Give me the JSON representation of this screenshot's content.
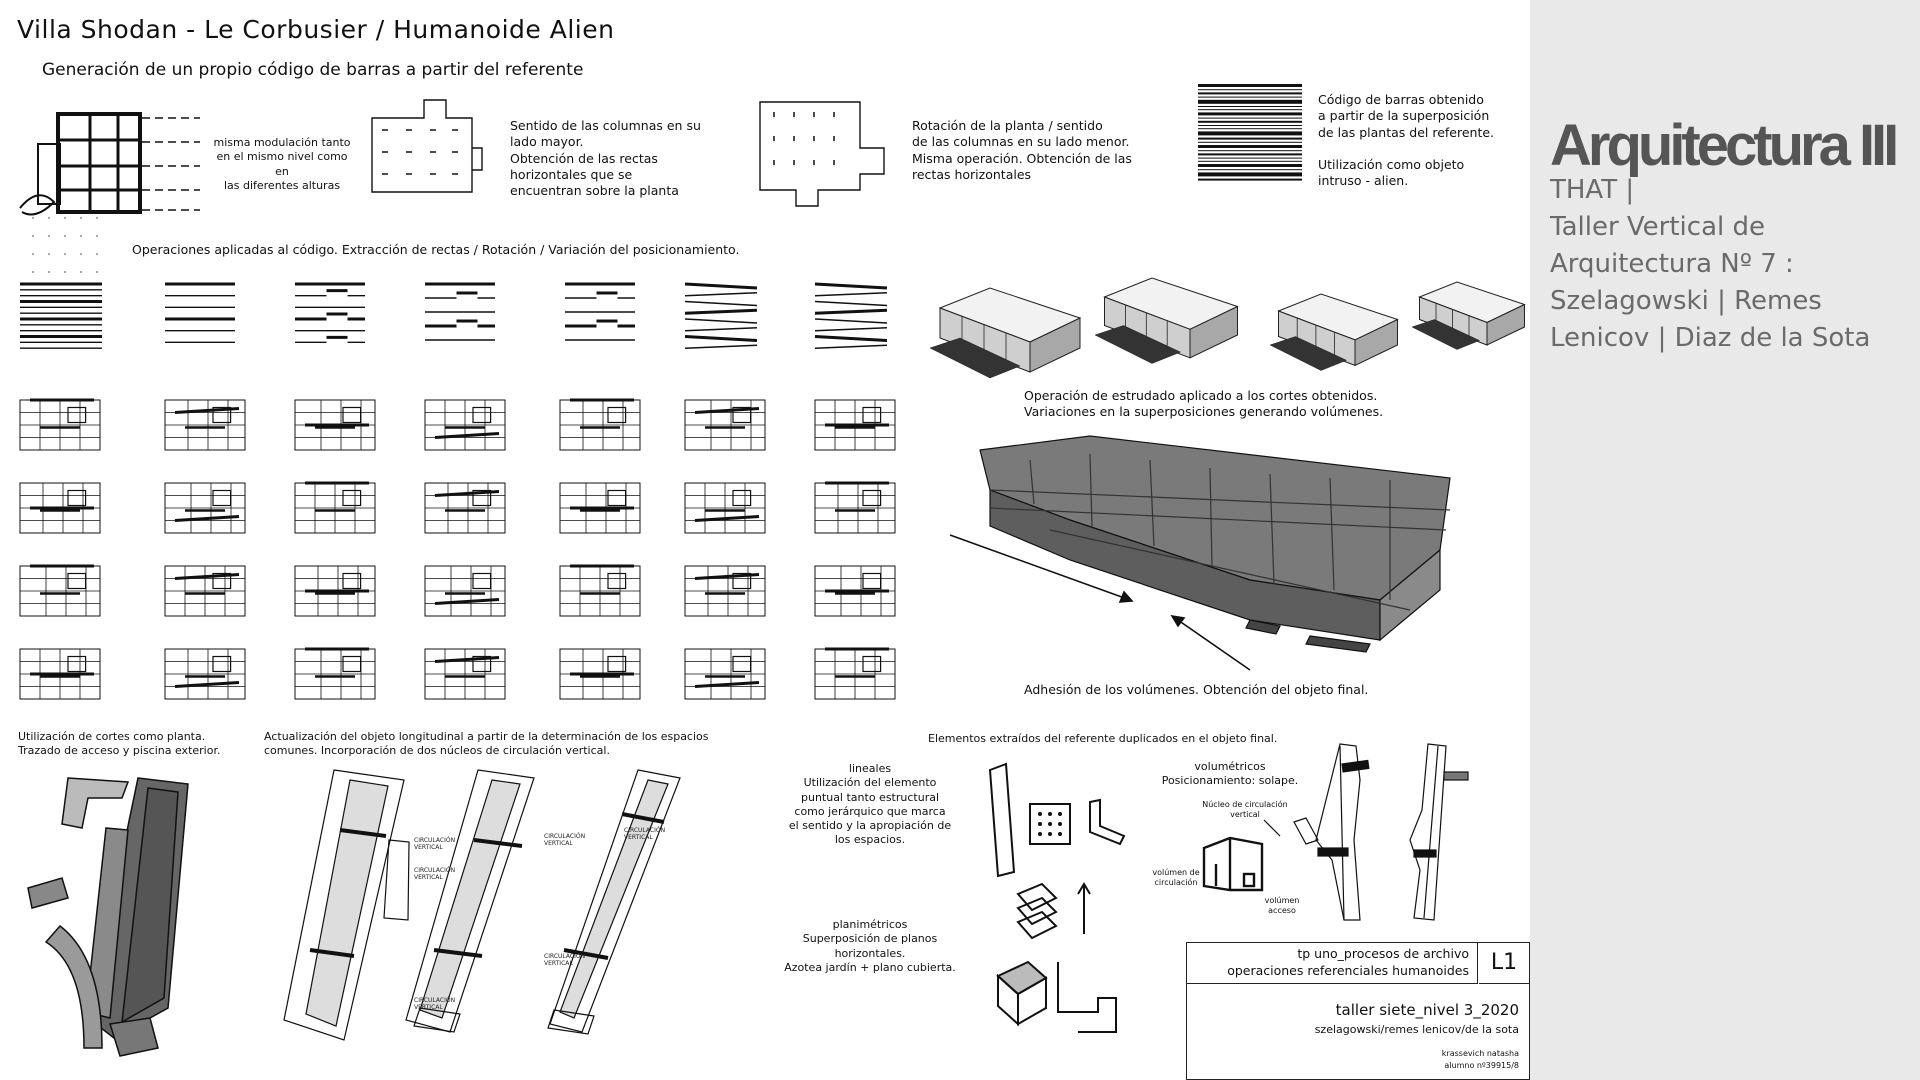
{
  "header": {
    "title": "Villa Shodan - Le Corbusier  /  Humanoide Alien",
    "subtitle": "Generación de un propio código de barras a partir del referente"
  },
  "notes": {
    "modulation": "misma modulación tanto\nen el mismo nivel como en\nlas diferentes alturas",
    "columns_major": "Sentido de las columnas en su\nlado mayor.\nObtención de las rectas\nhorizontales que se\nencuentran sobre la planta",
    "rotation": "Rotación de la planta / sentido\nde las columnas en su lado menor.\nMisma operación. Obtención de las\nrectas horizontales",
    "barcode": "Código de barras obtenido\na partir de la superposición\nde las plantas del referente.\n\nUtilización como objeto\nintruso - alien.",
    "operations": "Operaciones aplicadas al código.   Extracción de rectas  /  Rotación  /  Variación del posicionamiento.",
    "extrusion": "Operación de estrudado aplicado a los cortes obtenidos.\nVariaciones en la superposiciones generando volúmenes.",
    "adhesion": "Adhesión de los volúmenes. Obtención del objeto final.",
    "cuts_plan": "Utilización de cortes como planta.\nTrazado de acceso y piscina exterior.",
    "update": "Actualización del objeto longitudinal a partir de la determinación de los espacios\ncomunes. Incorporación de dos núcleos de circulación vertical.",
    "extracted": "Elementos extraídos del referente duplicados en el objeto final.",
    "lineales": "lineales\nUtilización del elemento\npuntual tanto estructural\ncomo jerárquico que marca\nel sentido y la apropiación de\nlos espacios.",
    "planimetricos": "planimétricos\nSuperposición de planos\nhorizontales.\nAzotea jardín + plano cubierta.",
    "volumetricos": "volumétricos\nPosicionamiento: solape.",
    "nucleo": "Núcleo de circulación\nvertical",
    "vol_circ": "volúmen de\ncirculación",
    "vol_acceso": "volúmen\nacceso"
  },
  "sketch_labels": {
    "a": "CIRCULACIÓN\nVERTICAL",
    "b": "CIRCULACIÓN\nVERTICAL",
    "c": "CIRCULACIÓN\nVERTICAL",
    "d": "CIRCULACIÓN\nVERTICAL",
    "e": "CIRCULACIÓN\nVERTICAL",
    "f": "CIRCULACIÓN\nVERTICAL"
  },
  "title_block": {
    "line1": "tp uno_procesos de archivo",
    "line2": "operaciones referenciales humanoides",
    "code": "L1",
    "course": "taller siete_nivel 3_2020",
    "teachers": "szelagowski/remes lenicov/de la sota",
    "student": "krassevich natasha",
    "student_id": "alumno nº39915/8"
  },
  "sidebar": {
    "brand": "Arquitectura III",
    "description": "THAT |\nTaller Vertical de\nArquitectura Nº 7 :\nSzelagowski | Remes\nLenicov | Diaz de la Sota"
  },
  "colors": {
    "ink": "#111111",
    "sidebar_bg": "#e9e9e9",
    "brand": "#555555",
    "sidebar_text": "#6a6a6a",
    "volume_fill": "#6e6e6e"
  }
}
